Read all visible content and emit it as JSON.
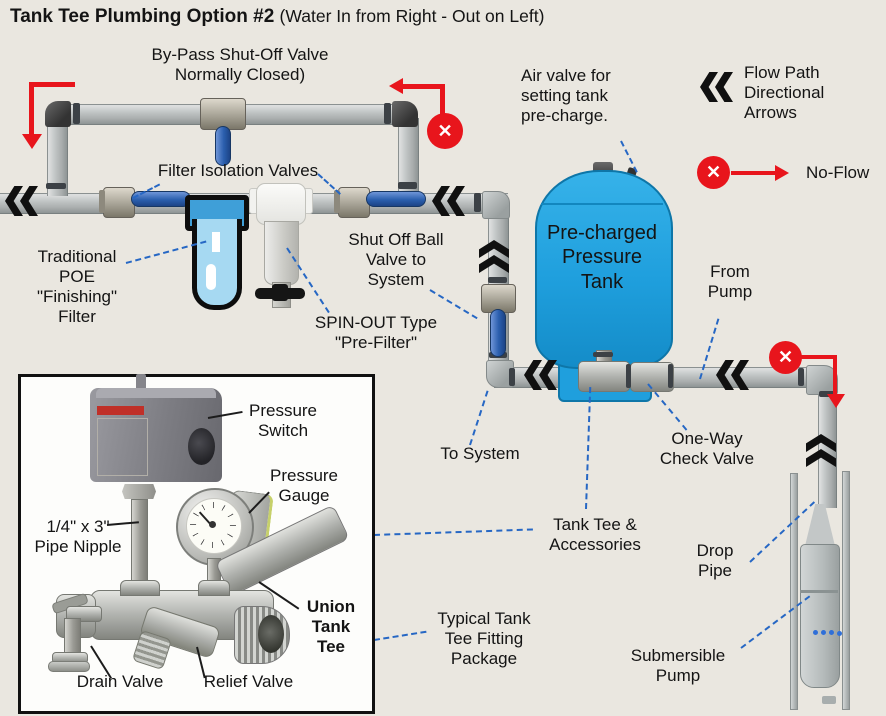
{
  "title": {
    "main": "Tank Tee Plumbing Option #2",
    "sub": "(Water In from Right - Out on Left)"
  },
  "legend": {
    "flow_path": "Flow Path\nDirectional\nArrows",
    "no_flow": "No-Flow"
  },
  "labels": {
    "bypass": "By-Pass Shut-Off Valve\nNormally Closed)",
    "filter_isolation": "Filter Isolation Valves",
    "poe_filter": "Traditional\nPOE\n\"Finishing\"\nFilter",
    "spin_out": "SPIN-OUT Type\n\"Pre-Filter\"",
    "shut_off": "Shut Off Ball\nValve to\nSystem",
    "air_valve": "Air valve for\nsetting tank\npre-charge.",
    "tank": "Pre-charged\nPressure\nTank",
    "from_pump": "From\nPump",
    "to_system": "To System",
    "check_valve": "One-Way\nCheck Valve",
    "tank_tee": "Tank Tee &\nAccessories",
    "drop_pipe": "Drop\nPipe",
    "submersible": "Submersible\nPump",
    "typical_package": "Typical Tank\nTee Fitting\nPackage"
  },
  "inset": {
    "pressure_switch": "Pressure\nSwitch",
    "pressure_gauge": "Pressure\nGauge",
    "pipe_nipple": "1/4\" x 3\"\nPipe Nipple",
    "union_tank_tee": "Union\nTank\nTee",
    "drain_valve": "Drain Valve",
    "relief_valve": "Relief Valve"
  },
  "icons": {
    "flow_arrow": "double-chevron-black",
    "no_flow_x_glyph": "✕"
  },
  "colors": {
    "tank_blue": "#1fa0de",
    "flow_red": "#e8151c",
    "callout_blue": "#2667c4",
    "handle_blue": "#2b5fae"
  }
}
